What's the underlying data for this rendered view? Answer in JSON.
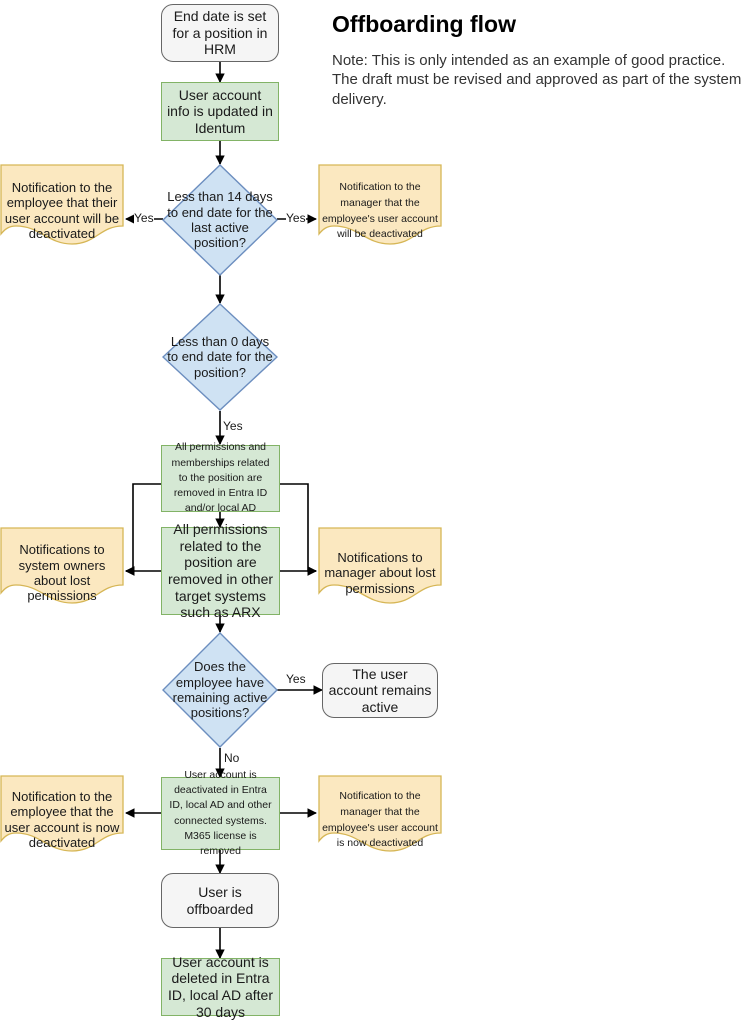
{
  "header": {
    "title": "Offboarding flow",
    "note": "Note: This is only intended as an example of good practice. The draft must be revised and approved as part of the system delivery."
  },
  "colors": {
    "process_fill": "#d5e8d4",
    "process_stroke": "#82b366",
    "decision_fill": "#cfe2f3",
    "decision_stroke": "#6c8ebf",
    "note_fill": "#fbe8c0",
    "note_stroke": "#d6b656",
    "terminator_fill": "#f5f5f5",
    "terminator_stroke": "#666666",
    "edge": "#000000"
  },
  "nodes": [
    {
      "id": "start",
      "label": "End date is set for a position in HRM"
    },
    {
      "id": "identum",
      "label": "User account info is updated in Identum"
    },
    {
      "id": "dec14",
      "label": "Less than 14 days to end date for the last active position?"
    },
    {
      "id": "note14emp",
      "label": "Notification to the employee that their user account will be deactivated"
    },
    {
      "id": "note14mgr",
      "label": "Notification to the manager that the employee's user account will be deactivated"
    },
    {
      "id": "dec0",
      "label": "Less than 0 days to end date for the position?"
    },
    {
      "id": "permEntra",
      "label": "All permissions and memberships related to the position are removed in Entra ID and/or local AD"
    },
    {
      "id": "permOther",
      "label": "All permissions related to the position are removed in other target systems such as ARX"
    },
    {
      "id": "noteSysOwner",
      "label": "Notifications to system owners about lost permissions"
    },
    {
      "id": "noteMgrPerm",
      "label": "Notifications to manager about lost permissions"
    },
    {
      "id": "decRemaining",
      "label": "Does the employee have remaining active positions?"
    },
    {
      "id": "remainsActive",
      "label": "The user account remains active"
    },
    {
      "id": "deactivate",
      "label": "User account is deactivated in Entra ID, local AD and other connected systems. M365 license is removed"
    },
    {
      "id": "noteDeactEmp",
      "label": "Notification to the employee that the user account is now deactivated"
    },
    {
      "id": "noteDeactMgr",
      "label": "Notification to the manager that the employee's user account is now deactivated"
    },
    {
      "id": "offboarded",
      "label": "User is offboarded"
    },
    {
      "id": "deleted",
      "label": "User account is deleted in Entra ID, local AD after 30 days"
    }
  ],
  "edge_labels": [
    {
      "id": "yes-left-14",
      "text": "Yes"
    },
    {
      "id": "yes-right-14",
      "text": "Yes"
    },
    {
      "id": "yes-dec0",
      "text": "Yes"
    },
    {
      "id": "yes-remaining",
      "text": "Yes"
    },
    {
      "id": "no-remaining",
      "text": "No"
    }
  ]
}
